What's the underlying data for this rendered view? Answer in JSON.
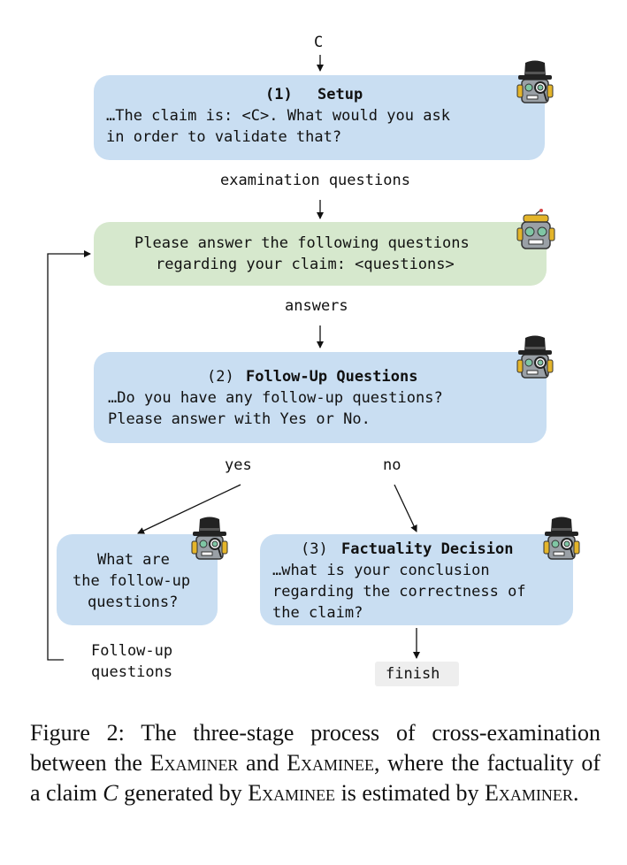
{
  "top_input": "C",
  "setup_box": {
    "number": "(1)",
    "title": "Setup",
    "line1": "…The claim is: <C>. What would you ask",
    "line2": "in order to validate that?"
  },
  "label_examination_questions": "examination questions",
  "answer_box": {
    "line1": "Please answer the following questions",
    "line2": "regarding your claim: <questions>"
  },
  "label_answers": "answers",
  "followup_box": {
    "number": "(2)",
    "title": "Follow-Up Questions",
    "line1": "…Do you have any follow-up questions?",
    "line2": "Please answer with Yes or No."
  },
  "label_yes": "yes",
  "label_no": "no",
  "whatare_box": {
    "line1": "What are",
    "line2": "the follow-up",
    "line3": "questions?"
  },
  "decision_box": {
    "number": "(3)",
    "title": "Factuality Decision",
    "line1": "…what is your conclusion",
    "line2": "regarding the correctness of",
    "line3": "the claim?"
  },
  "label_followup_line1": "Follow-up",
  "label_followup_line2": "questions",
  "finish_label": "finish",
  "caption": {
    "part1": "Figure 2: The three-stage process of cross-examination between the ",
    "examiner": "Examiner",
    "part2": " and ",
    "examinee": "Examinee",
    "part3": ", where the factuality of a claim ",
    "claim_var": "C",
    "part4": " generated by ",
    "examinee2": "Examinee",
    "part5": " is estimated by ",
    "examiner2": "Examiner",
    "part6": "."
  },
  "icons": {
    "examiner": "detective-robot-icon",
    "examinee": "robot-icon"
  },
  "colors": {
    "examiner_box": "#c9def2",
    "examinee_box": "#d6e8cd",
    "finish_box": "#eeeeee"
  }
}
